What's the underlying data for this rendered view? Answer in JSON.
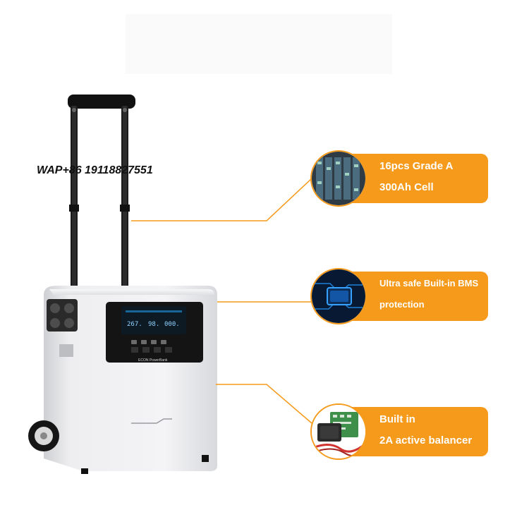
{
  "watermark": {
    "contact": "WAP+86 19118827551"
  },
  "product": {
    "display": {
      "reading_1": "267.",
      "reading_2": "98.",
      "reading_3": "000."
    },
    "label": "ECON PowerBank"
  },
  "callouts": [
    {
      "line1": "16pcs Grade A",
      "line2": "300Ah Cell",
      "icon": "battery-cells-icon"
    },
    {
      "line1": "Ultra safe Built-in BMS",
      "line2": "protection",
      "icon": "bms-chip-icon"
    },
    {
      "line1": "Built in",
      "line2": "2A active balancer",
      "icon": "balancer-board-icon"
    }
  ],
  "colors": {
    "accent": "#f59a1a",
    "body": "#e9e9eb",
    "panel": "#141414",
    "screen": "#0d1a24"
  }
}
